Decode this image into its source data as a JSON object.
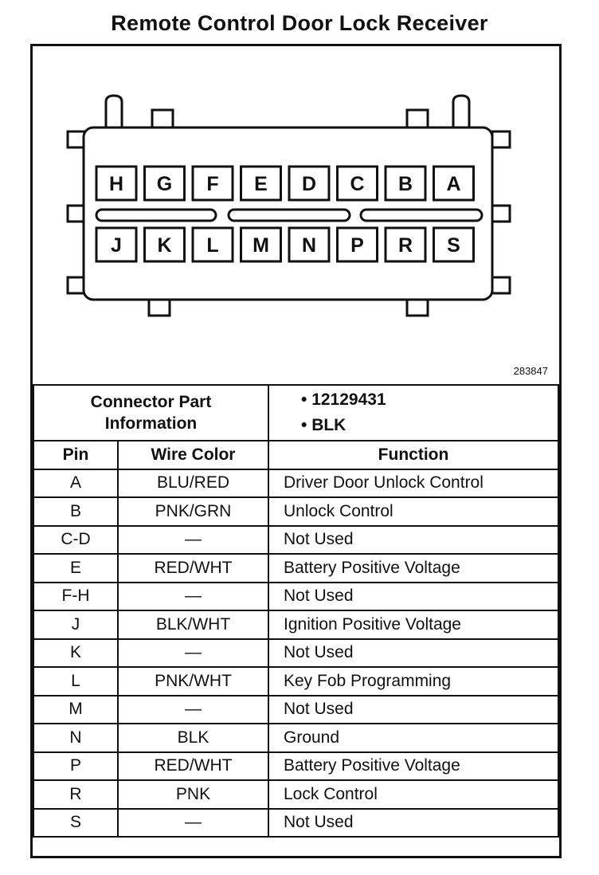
{
  "title": "Remote Control Door Lock Receiver",
  "figure_id": "283847",
  "connector": {
    "top_row": [
      "H",
      "G",
      "F",
      "E",
      "D",
      "C",
      "B",
      "A"
    ],
    "bottom_row": [
      "J",
      "K",
      "L",
      "M",
      "N",
      "P",
      "R",
      "S"
    ]
  },
  "part_info": {
    "label_line1": "Connector Part",
    "label_line2": "Information",
    "values": [
      "12129431",
      "BLK"
    ]
  },
  "table": {
    "headers": {
      "pin": "Pin",
      "wire": "Wire Color",
      "function": "Function"
    },
    "rows": [
      {
        "pin": "A",
        "wire": "BLU/RED",
        "function": "Driver Door Unlock Control"
      },
      {
        "pin": "B",
        "wire": "PNK/GRN",
        "function": "Unlock Control"
      },
      {
        "pin": "C-D",
        "wire": "—",
        "function": "Not Used"
      },
      {
        "pin": "E",
        "wire": "RED/WHT",
        "function": "Battery Positive Voltage"
      },
      {
        "pin": "F-H",
        "wire": "—",
        "function": "Not Used"
      },
      {
        "pin": "J",
        "wire": "BLK/WHT",
        "function": "Ignition Positive Voltage"
      },
      {
        "pin": "K",
        "wire": "—",
        "function": "Not Used"
      },
      {
        "pin": "L",
        "wire": "PNK/WHT",
        "function": "Key Fob Programming"
      },
      {
        "pin": "M",
        "wire": "—",
        "function": "Not Used"
      },
      {
        "pin": "N",
        "wire": "BLK",
        "function": "Ground"
      },
      {
        "pin": "P",
        "wire": "RED/WHT",
        "function": "Battery Positive Voltage"
      },
      {
        "pin": "R",
        "wire": "PNK",
        "function": "Lock Control"
      },
      {
        "pin": "S",
        "wire": "—",
        "function": "Not Used"
      }
    ]
  }
}
